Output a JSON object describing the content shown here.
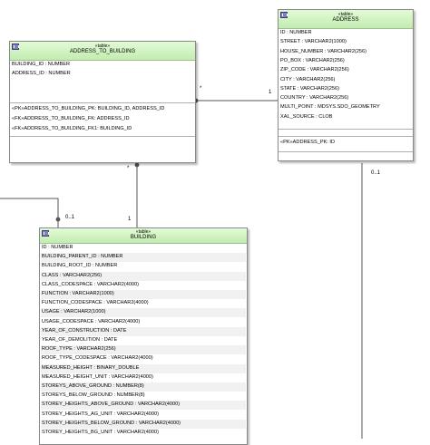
{
  "tables": {
    "address": {
      "stereotype": "«table»",
      "name": "ADDRESS",
      "columns": [
        "ID : NUMBER",
        "STREET : VARCHAR2(1000)",
        "HOUSE_NUMBER : VARCHAR2(256)",
        "PO_BOX : VARCHAR2(256)",
        "ZIP_CODE : VARCHAR2(256)",
        "CITY : VARCHAR2(256)",
        "STATE : VARCHAR2(256)",
        "COUNTRY : VARCHAR2(256)",
        "MULTI_POINT : MDSYS.SDO_GEOMETRY",
        "XAL_SOURCE : CLOB"
      ],
      "keys": [
        "«PK»ADDRESS_PK: ID"
      ]
    },
    "address_to_building": {
      "stereotype": "«table»",
      "name": "ADDRESS_TO_BUILDING",
      "columns": [
        "BUILDING_ID : NUMBER",
        "ADDRESS_ID : NUMBER"
      ],
      "keys": [
        "«PK»ADDRESS_TO_BUILDING_PK: BUILDING_ID, ADDRESS_ID",
        "«FK»ADDRESS_TO_BUILDING_FK: ADDRESS_ID",
        "«FK»ADDRESS_TO_BUILDING_FK1: BUILDING_ID"
      ]
    },
    "building": {
      "stereotype": "«table»",
      "name": "BUILDING",
      "columns": [
        "ID : NUMBER",
        "BUILDING_PARENT_ID : NUMBER",
        "BUILDING_ROOT_ID : NUMBER",
        "CLASS : VARCHAR2(256)",
        "CLASS_CODESPACE : VARCHAR2(4000)",
        "FUNCTION : VARCHAR2(1000)",
        "FUNCTION_CODESPACE : VARCHAR2(4000)",
        "USAGE : VARCHAR2(1000)",
        "USAGE_CODESPACE : VARCHAR2(4000)",
        "YEAR_OF_CONSTRUCTION : DATE",
        "YEAR_OF_DEMOLITION : DATE",
        "ROOF_TYPE : VARCHAR2(256)",
        "ROOF_TYPE_CODESPACE : VARCHAR2(4000)",
        "MEASURED_HEIGHT : BINARY_DOUBLE",
        "MEASURED_HEIGHT_UNIT : VARCHAR2(4000)",
        "STOREYS_ABOVE_GROUND : NUMBER(8)",
        "STOREYS_BELOW_GROUND : NUMBER(8)",
        "STOREY_HEIGHTS_ABOVE_GROUND : VARCHAR2(4000)",
        "STOREY_HEIGHTS_AG_UNIT : VARCHAR2(4000)",
        "STOREY_HEIGHTS_BELOW_GROUND : VARCHAR2(4000)",
        "STOREY_HEIGHTS_BG_UNIT : VARCHAR2(4000)"
      ]
    }
  },
  "multiplicities": {
    "atb_address_many": "*",
    "atb_address_one": "1",
    "atb_building_many": "*",
    "atb_building_one": "1",
    "building_self": "0..1",
    "address_right": "0..1"
  },
  "colors": {
    "header_top": "#e2fbd6",
    "header_bottom": "#c2ecb0",
    "border": "#8a8a8a",
    "connector": "#555555",
    "table_icon": "#7f7fc0"
  }
}
